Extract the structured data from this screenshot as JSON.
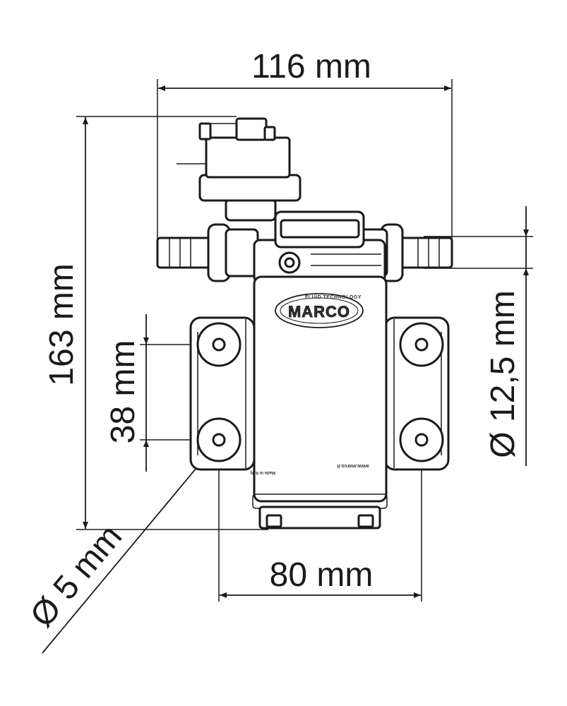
{
  "dimensions": {
    "overall_width": "116 mm",
    "overall_height": "163 mm",
    "mount_vertical_spacing": "38 mm",
    "mount_horizontal_spacing": "80 mm",
    "port_diameter": "Ø 12,5 mm",
    "hole_diameter": "Ø 5 mm"
  },
  "label": {
    "brand": "MARCO",
    "tagline": "FLUID TECHNOLOGY",
    "website": "www.marco.it",
    "origin": "Made in Italy"
  },
  "colors": {
    "line": "#1a1a1a",
    "background": "#ffffff",
    "body_fill": "#ffffff"
  }
}
